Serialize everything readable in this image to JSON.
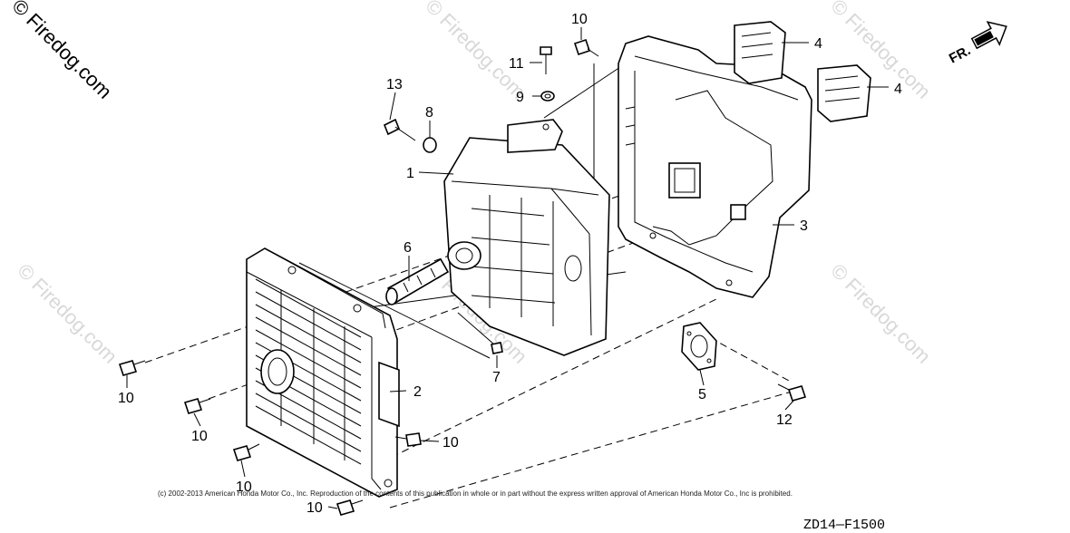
{
  "watermark": {
    "main": "© Firedog.com",
    "faint": "© Firedog.com"
  },
  "direction_arrow": {
    "label": "FR."
  },
  "callouts": {
    "c1": "1",
    "c2": "2",
    "c3": "3",
    "c4a": "4",
    "c4b": "4",
    "c5": "5",
    "c6": "6",
    "c7": "7",
    "c8": "8",
    "c9": "9",
    "c10a": "10",
    "c10b": "10",
    "c10c": "10",
    "c10d": "10",
    "c10e": "10",
    "c10f": "10",
    "c11": "11",
    "c12": "12",
    "c13": "13"
  },
  "copyright": "(c) 2002-2013 American Honda Motor Co., Inc. Reproduction of the contents of this publication in whole or in part without the express written approval of American Honda Motor Co., Inc is prohibited.",
  "diagram_code": "ZD14—F1500"
}
